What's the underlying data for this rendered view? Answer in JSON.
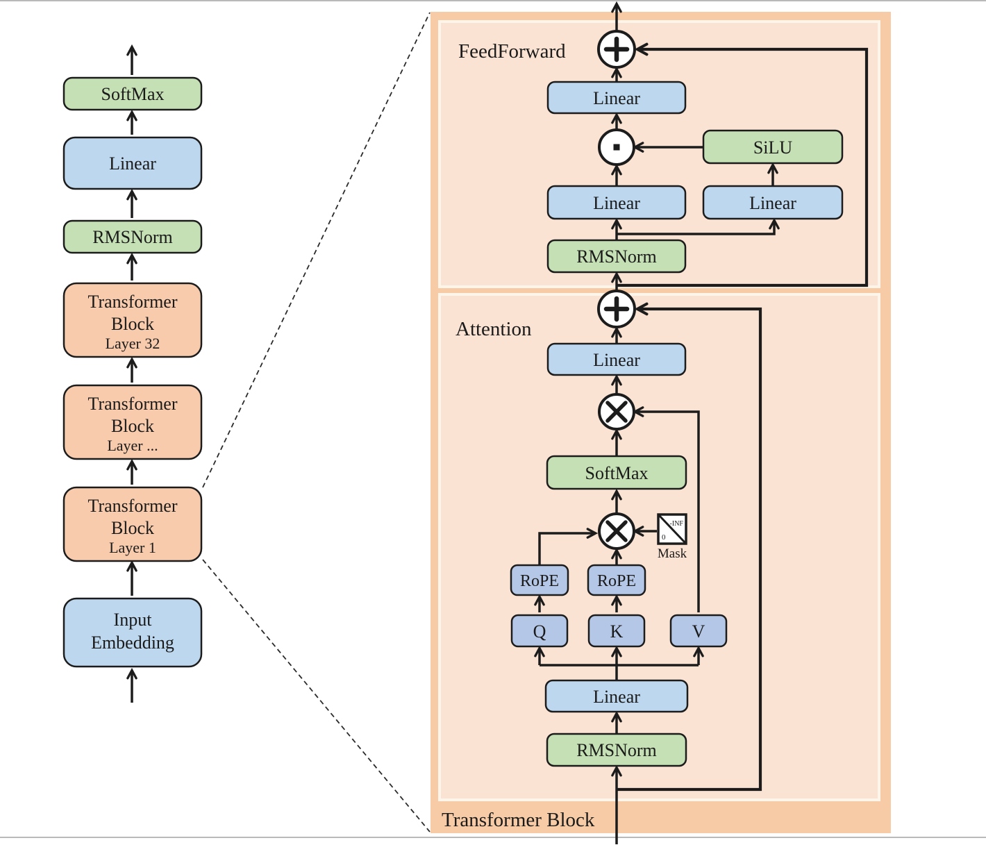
{
  "palette": {
    "green": "#c5e0b4",
    "blue": "#bdd7ee",
    "blue_deep": "#b4c7e7",
    "orange": "#f8cbad",
    "panel_outer": "#f6cba6",
    "panel_inner": "#fbe3d3",
    "line": "#1c1c1c"
  },
  "left_column": {
    "blocks": [
      {
        "id": "softmax",
        "label": "SoftMax"
      },
      {
        "id": "linear",
        "label": "Linear"
      },
      {
        "id": "rmsnorm",
        "label": "RMSNorm"
      },
      {
        "id": "tb32",
        "line1": "Transformer",
        "line2": "Block",
        "line3": "Layer 32"
      },
      {
        "id": "tbdots",
        "line1": "Transformer",
        "line2": "Block",
        "line3": "Layer ..."
      },
      {
        "id": "tb1",
        "line1": "Transformer",
        "line2": "Block",
        "line3": "Layer 1"
      },
      {
        "id": "input_embedding",
        "line1": "Input",
        "line2": "Embedding"
      }
    ]
  },
  "panel": {
    "title": "Transformer Block",
    "feedforward": {
      "label": "FeedForward",
      "linear_top": "Linear",
      "silu": "SiLU",
      "linear_left": "Linear",
      "linear_right": "Linear",
      "rmsnorm": "RMSNorm"
    },
    "attention": {
      "label": "Attention",
      "linear_top": "Linear",
      "softmax": "SoftMax",
      "rope_left": "RoPE",
      "rope_right": "RoPE",
      "q": "Q",
      "k": "K",
      "v": "V",
      "linear_bottom": "Linear",
      "rmsnorm": "RMSNorm",
      "mask": {
        "neg_inf": "-INF",
        "zero": "0",
        "label": "Mask"
      }
    }
  }
}
